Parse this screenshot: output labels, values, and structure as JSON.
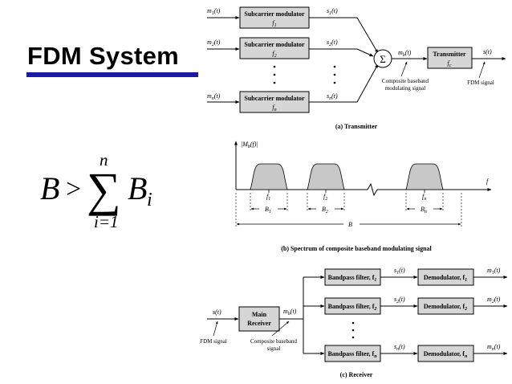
{
  "slide": {
    "title": "FDM System",
    "accent_color": "#1a1aa8",
    "box_fill": "#d6d6d6"
  },
  "formula": {
    "lhs": "B",
    "relation": ">",
    "operator": "∑",
    "upper_limit": "n",
    "lower_limit": "i=1",
    "term_base": "B",
    "term_subscript": "i"
  },
  "transmitter": {
    "inputs": [
      {
        "signal": "m",
        "sub": "1",
        "arg": "(t)",
        "label": "Subcarrier modulator",
        "freq": "f",
        "freq_sub": "1",
        "out": "s",
        "out_sub": "1",
        "out_arg": "(t)"
      },
      {
        "signal": "m",
        "sub": "2",
        "arg": "(t)",
        "label": "Subcarrier modulator",
        "freq": "f",
        "freq_sub": "2",
        "out": "s",
        "out_sub": "2",
        "out_arg": "(t)"
      },
      {
        "signal": "m",
        "sub": "n",
        "arg": "(t)",
        "label": "Subcarrier modulator",
        "freq": "f",
        "freq_sub": "n",
        "out": "s",
        "out_sub": "n",
        "out_arg": "(t)"
      }
    ],
    "summer_symbol": "Σ",
    "baseband": {
      "base": "m",
      "sub": "b",
      "arg": "(t)"
    },
    "baseband_note_line1": "Composite baseband",
    "baseband_note_line2": "modulating signal",
    "block_label": "Transmitter",
    "block_freq": "f",
    "block_freq_sub": "c",
    "output": "s(t)",
    "output_note": "FDM signal",
    "caption": "(a) Transmitter"
  },
  "spectrum": {
    "ylabel": "|M",
    "ylabel_sub": "b",
    "ylabel_end": "(f)|",
    "xlabel": "f",
    "peaks": [
      {
        "freq": "f",
        "sub": "1",
        "band": "B",
        "band_sub": "1"
      },
      {
        "freq": "f",
        "sub": "2",
        "band": "B",
        "band_sub": "2"
      },
      {
        "freq": "f",
        "sub": "n",
        "band": "B",
        "band_sub": "n"
      }
    ],
    "total_band": "B",
    "caption": "(b) Spectrum of composite baseband modulating signal"
  },
  "receiver": {
    "input": "s(t)",
    "input_note": "FDM signal",
    "main_line1": "Main",
    "main_line2": "Receiver",
    "baseband": {
      "base": "m",
      "sub": "b",
      "arg": "(t)"
    },
    "baseband_note_line1": "Composite baseband",
    "baseband_note_line2": "signal",
    "branches": [
      {
        "filter": "Bandpass filter, f",
        "filter_sub": "1",
        "sig": "s",
        "sig_sub": "1",
        "sig_arg": "(t)",
        "demod": "Demodulator, f",
        "demod_sub": "1",
        "out": "m",
        "out_sub": "1",
        "out_arg": "(t)"
      },
      {
        "filter": "Bandpass filter, f",
        "filter_sub": "2",
        "sig": "s",
        "sig_sub": "2",
        "sig_arg": "(t)",
        "demod": "Demodulator, f",
        "demod_sub": "2",
        "out": "m",
        "out_sub": "2",
        "out_arg": "(t)"
      },
      {
        "filter": "Bandpass filter, f",
        "filter_sub": "n",
        "sig": "s",
        "sig_sub": "n",
        "sig_arg": "(t)",
        "demod": "Demodulator, f",
        "demod_sub": "n",
        "out": "m",
        "out_sub": "n",
        "out_arg": "(t)"
      }
    ],
    "caption": "(c) Receiver"
  }
}
